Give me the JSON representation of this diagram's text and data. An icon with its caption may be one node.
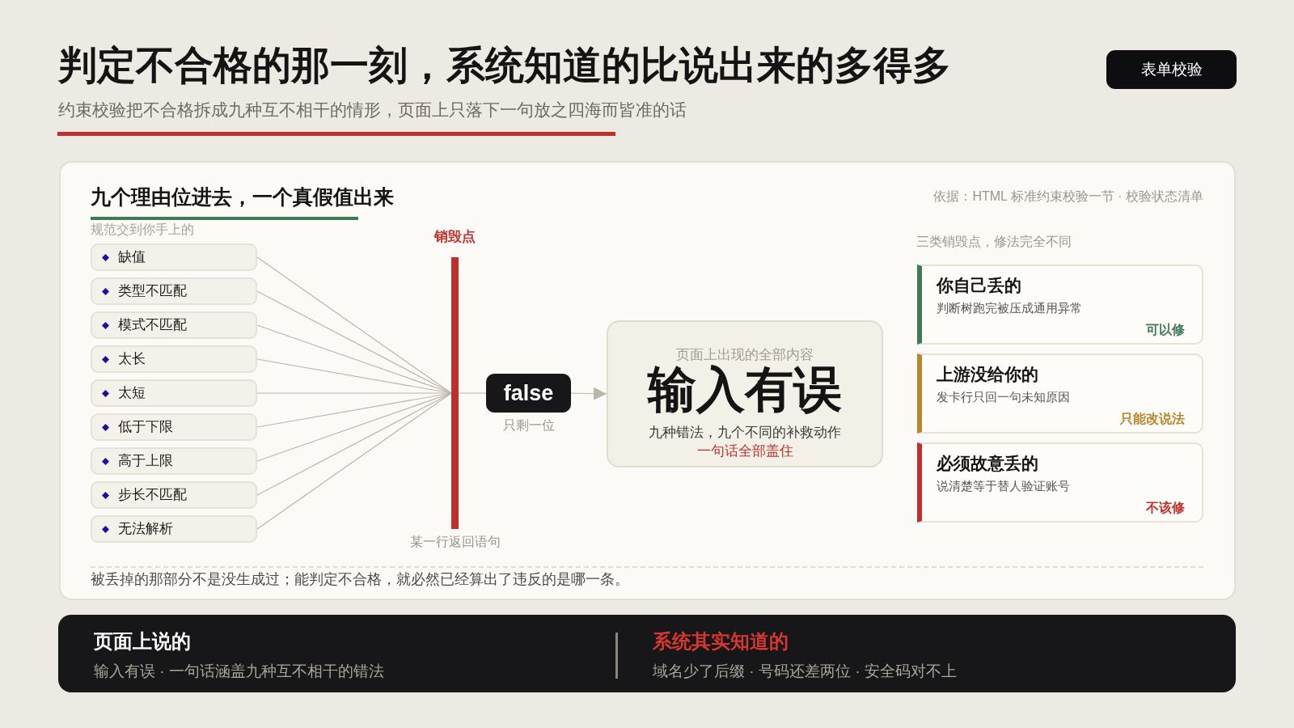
{
  "diagram": {
    "title": "判定不合格的那一刻，系统知道的比说出来的多得多",
    "nodes": [
      {
        "text": [
          "表单校验"
        ]
      },
      {
        "text": [
          "九个理由位进去，一个真假值出来"
        ]
      },
      {
        "text": [
          "缺值"
        ],
        "in": 1
      },
      {
        "text": [
          "类型不匹配"
        ],
        "in": 1
      },
      {
        "text": [
          "模式不匹配"
        ],
        "in": 1
      },
      {
        "text": [
          "太长"
        ],
        "in": 1
      },
      {
        "text": [
          "太短"
        ],
        "in": 1
      },
      {
        "text": [
          "低于下限"
        ],
        "in": 1
      },
      {
        "text": [
          "高于上限"
        ],
        "in": 1
      },
      {
        "text": [
          "步长不匹配"
        ],
        "in": 1
      },
      {
        "text": [
          "无法解析"
        ],
        "in": 1
      },
      {
        "text": [],
        "shape": "bar",
        "beside": [
          "某一行返回语句"
        ],
        "in": 1
      },
      {
        "text": [
          "false"
        ],
        "beside": [
          "只剩一位"
        ],
        "in": 1
      },
      {
        "text": [
          "页面上出现的全部内容",
          "输入有误",
          "九种错法，九个不同的补救动作",
          "一句话全部盖住"
        ],
        "in": 1
      },
      {
        "text": [
          "你自己丢的",
          "判断树跑完被压成通用异常",
          "可以修"
        ],
        "in": 1
      },
      {
        "text": [
          "上游没给你的",
          "发卡行只回一句未知原因",
          "只能改说法"
        ],
        "in": 1
      },
      {
        "text": [
          "必须故意丢的",
          "说清楚等于替人验证账号",
          "不该修"
        ],
        "in": 1
      },
      {
        "text": [
          "页面上说的",
          "输入有误 · 一句话涵盖九种互不相干的错法",
          "系统其实知道的",
          "域名少了后缀 · 号码还差两位 · 安全码对不上"
        ]
      }
    ],
    "edges": [
      {
        "from": 2,
        "to": 11,
        "arrow": "none"
      },
      {
        "from": 3,
        "to": 11,
        "arrow": "none"
      },
      {
        "from": 4,
        "to": 11,
        "arrow": "none"
      },
      {
        "from": 5,
        "to": 11,
        "arrow": "none"
      },
      {
        "from": 6,
        "to": 11,
        "arrow": "none"
      },
      {
        "from": 7,
        "to": 11,
        "arrow": "none"
      },
      {
        "from": 8,
        "to": 11,
        "arrow": "none"
      },
      {
        "from": 9,
        "to": 11,
        "arrow": "none"
      },
      {
        "from": 10,
        "to": 11,
        "arrow": "none"
      },
      {
        "from": 11,
        "to": 12,
        "arrow": "none"
      },
      {
        "from": 12,
        "to": 13,
        "arrow": "to"
      }
    ],
    "labels": [
      "约束校验把不合格拆成九种互不相干的情形，页面上只落下一句放之四海而皆准的话",
      "依据：HTML 标准约束校验一节 · 校验状态清单",
      "规范交到你手上的",
      "销毁点",
      "三类销毁点，修法完全不同",
      "被丢掉的那部分不是没生成过；能判定不合格，就必然已经算出了违反的是哪一条。"
    ]
  }
}
